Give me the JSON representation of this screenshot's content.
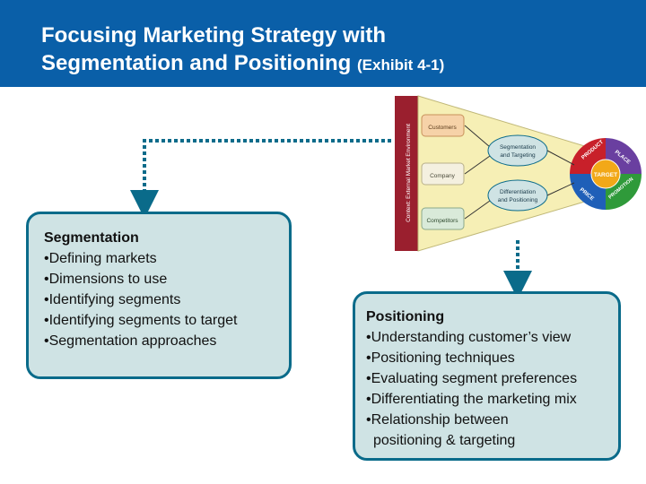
{
  "header": {
    "title_line1": "Focusing Marketing Strategy with",
    "title_line2_main": "Segmentation and Positioning",
    "title_line2_small": "(Exhibit 4-1)"
  },
  "segmentation": {
    "heading": "Segmentation",
    "items": [
      "•Defining markets",
      "•Dimensions to use",
      "•Identifying segments",
      "•Identifying segments to target",
      "•Segmentation approaches"
    ]
  },
  "positioning": {
    "heading": "Positioning",
    "items": [
      "•Understanding customer’s view",
      "•Positioning techniques",
      "•Evaluating segment preferences",
      "•Differentiating the marketing mix",
      "•Relationship between",
      "positioning & targeting"
    ]
  },
  "exhibit": {
    "side_label": "Context: External Market Environment",
    "customers": "Customers",
    "company": "Company",
    "competitors": "Competitors",
    "seg_line1": "Segmentation",
    "seg_line2": "and Targeting",
    "diff_line1": "Differentiation",
    "diff_line2": "and Positioning",
    "target": "TARGET",
    "product": "PRODUCT",
    "place": "PLACE",
    "price": "PRICE",
    "promotion": "PROMOTION"
  },
  "colors": {
    "header_bg": "#0a5fa8",
    "box_fill": "#cfe3e4",
    "box_border": "#0a6b8a",
    "connector": "#0a6b8a"
  }
}
